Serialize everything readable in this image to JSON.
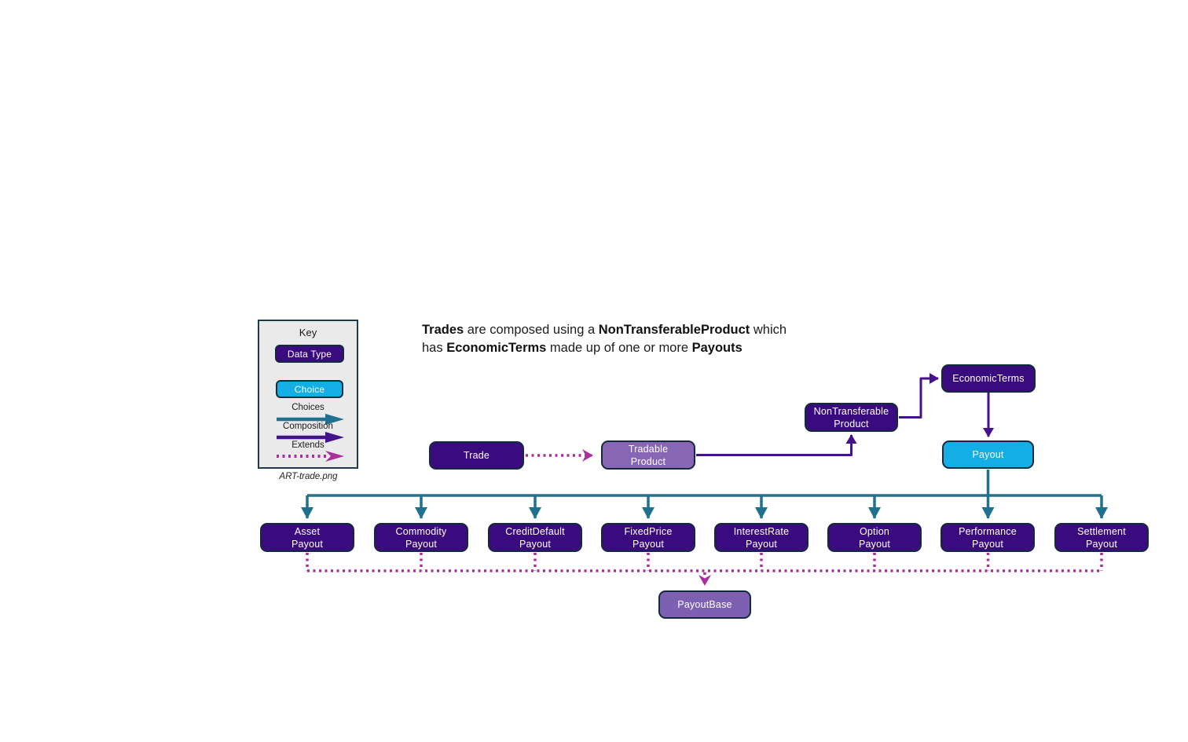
{
  "colors": {
    "data_type_fill": "#3a0b7e",
    "choice_fill": "#12aee5",
    "tradable_product_fill": "#8767b5",
    "payout_base_fill": "#7d60b2",
    "box_border": "#14293c",
    "choices_arrow": "#20708f",
    "composition_arrow": "#44128a",
    "extends_arrow": "#aa2f9e",
    "key_background": "#eaeaea",
    "key_border": "#1d3a4e"
  },
  "key": {
    "title": "Key",
    "data_type_label": "Data Type",
    "choice_label": "Choice",
    "choices_label": "Choices",
    "composition_label": "Composition",
    "extends_label": "Extends",
    "caption": "ART-trade.png"
  },
  "heading": {
    "l1b1": "Trades",
    "l1r1": " are composed using a ",
    "l1b2": "NonTransferableProduct",
    "l1r2": " which",
    "l2r1": "has ",
    "l2b1": "EconomicTerms",
    "l2r2": " made up of one or more ",
    "l2b2": "Payouts"
  },
  "nodes": {
    "trade": "Trade",
    "tradable": {
      "l1": "Tradable",
      "l2": "Product"
    },
    "nontransferable": {
      "l1": "NonTransferable",
      "l2": "Product"
    },
    "economic_terms": "EconomicTerms",
    "payout": "Payout",
    "payout_base": "PayoutBase",
    "payout_types": [
      {
        "l1": "Asset",
        "l2": "Payout"
      },
      {
        "l1": "Commodity",
        "l2": "Payout"
      },
      {
        "l1": "CreditDefault",
        "l2": "Payout"
      },
      {
        "l1": "FixedPrice",
        "l2": "Payout"
      },
      {
        "l1": "InterestRate",
        "l2": "Payout"
      },
      {
        "l1": "Option",
        "l2": "Payout"
      },
      {
        "l1": "Performance",
        "l2": "Payout"
      },
      {
        "l1": "Settlement",
        "l2": "Payout"
      }
    ]
  }
}
